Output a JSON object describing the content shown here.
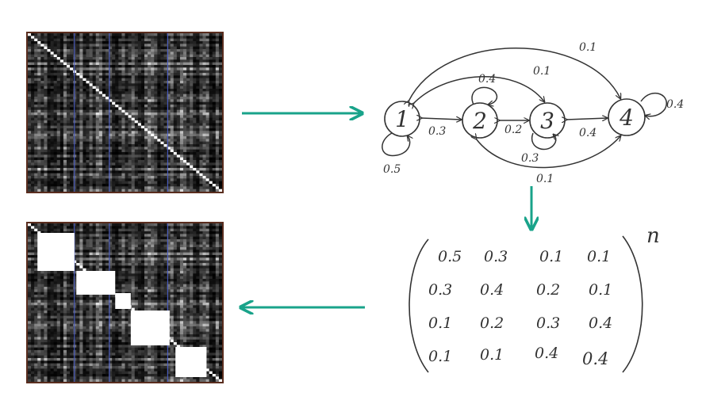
{
  "graph": {
    "nodes": [
      "1",
      "2",
      "3",
      "4"
    ],
    "edges": {
      "self_1": "0.5",
      "self_2": "0.4",
      "self_3": "0.3",
      "self_4": "0.4",
      "e_1_2": "0.3",
      "e_2_3": "0.2",
      "e_3_4": "0.4",
      "e_1_3": "0.1",
      "e_1_4": "0.1",
      "e_2_4": "0.1"
    }
  },
  "matrix": {
    "rows": [
      [
        "0.5",
        "0.3",
        "0.1",
        "0.1"
      ],
      [
        "0.3",
        "0.4",
        "0.2",
        "0.1"
      ],
      [
        "0.1",
        "0.2",
        "0.3",
        "0.4"
      ],
      [
        "0.1",
        "0.1",
        "0.4",
        "0.4"
      ]
    ],
    "exponent": "n"
  },
  "colors": {
    "arrow": "#19a38a",
    "ink": "#333333",
    "frame": "#5a2d1e"
  }
}
